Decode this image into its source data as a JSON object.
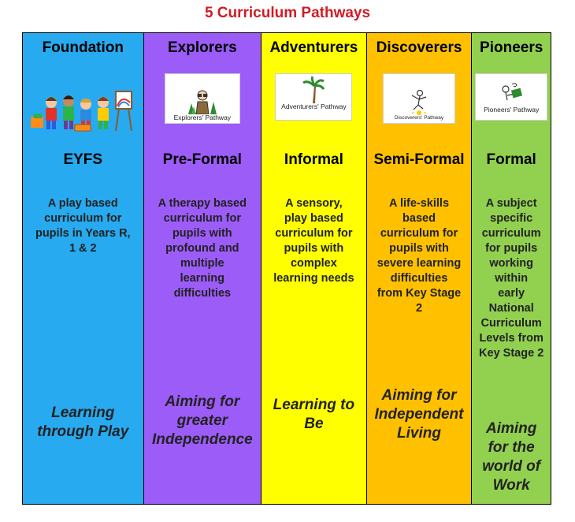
{
  "title": "5 Curriculum Pathways",
  "colors": {
    "title": "#d01c24",
    "foundation": "#27aaef",
    "explorers": "#9c5cf7",
    "adventurers": "#ffff00",
    "discoverers": "#ffc000",
    "pioneers": "#92d050"
  },
  "pathways": [
    {
      "name": "Foundation",
      "logo_label": "",
      "level": "EYFS",
      "description": [
        "A play based",
        "curriculum for",
        "pupils in Years R,",
        "1 & 2"
      ],
      "aim": [
        "Learning",
        "through Play"
      ]
    },
    {
      "name": "Explorers",
      "logo_label": "Explorers' Pathway",
      "level": "Pre-Formal",
      "description": [
        "A therapy based",
        "curriculum for",
        "pupils with",
        "profound and",
        "multiple",
        "learning",
        "difficulties"
      ],
      "aim": [
        "Aiming for",
        "greater",
        "Independence"
      ]
    },
    {
      "name": "Adventurers",
      "logo_label": "Adventurers' Pathway",
      "level": "Informal",
      "description": [
        "A sensory,",
        "play based",
        "curriculum for",
        "pupils with",
        "complex",
        "learning needs"
      ],
      "aim": [
        "Learning to",
        "Be"
      ]
    },
    {
      "name": "Discoverers",
      "logo_label": "Discoverers' Pathway",
      "level": "Semi-Formal",
      "description": [
        "A life-skills",
        "based",
        "curriculum for",
        "pupils with",
        "severe learning",
        "difficulties",
        "from Key Stage",
        "2"
      ],
      "aim": [
        "Aiming for",
        "Independent",
        "Living"
      ]
    },
    {
      "name": "Pioneers",
      "logo_label": "Pioneers' Pathway",
      "level": "Formal",
      "description": [
        "A subject",
        "specific",
        "curriculum",
        "for pupils",
        "working",
        "within",
        "early",
        "National",
        "Curriculum",
        "Levels from",
        "Key Stage 2"
      ],
      "aim": [
        "Aiming",
        "for the",
        "world of",
        "Work"
      ]
    }
  ]
}
